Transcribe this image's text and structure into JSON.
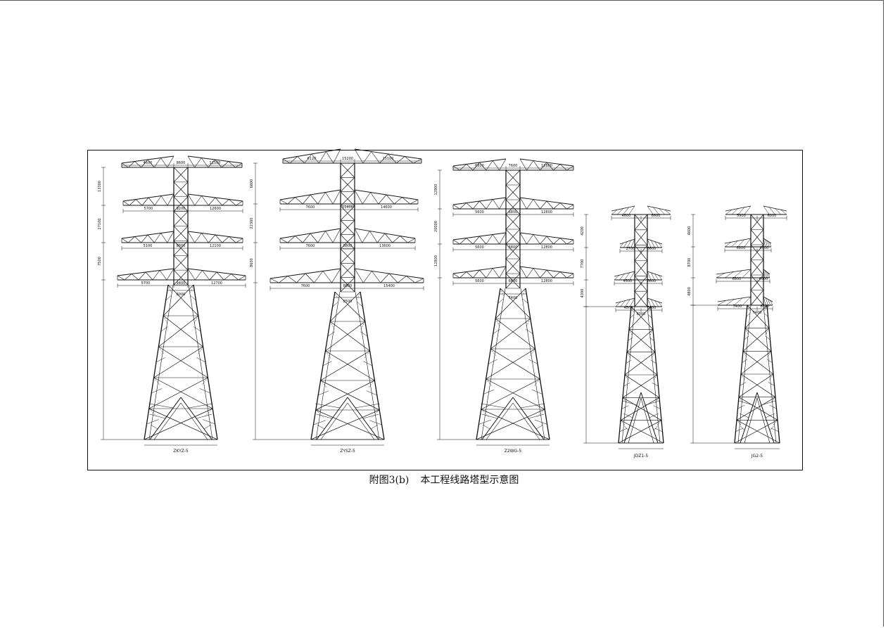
{
  "caption": {
    "figure_number": "附图3(b)",
    "title": "本工程线路塔型示意图"
  },
  "towers": [
    {
      "id": "t1",
      "model_label": "ZKYZ-5",
      "arm_top_dims": [
        "4600",
        "8600",
        "11500"
      ],
      "arm_dims": [
        [
          "5700",
          "9200",
          "12600"
        ],
        [
          "5100",
          "8800",
          "12100"
        ],
        [
          "5700",
          "9400",
          "12700"
        ]
      ],
      "waist_dim": "6000",
      "height_dims": [
        "13300",
        "27100",
        "7500"
      ]
    },
    {
      "id": "t2",
      "model_label": "ZYSZ-5",
      "arm_top_dims": [
        "6120",
        "15200",
        "15100"
      ],
      "arm_dims": [
        [
          "7600",
          "11400",
          "14600"
        ],
        [
          "7600",
          "8800",
          "13600"
        ],
        [
          "7600",
          "8800",
          "15400"
        ]
      ],
      "waist_dim": "8500",
      "height_dims": [
        "6600",
        "22300",
        "8600"
      ]
    },
    {
      "id": "t3",
      "model_label": "Z2WG-5",
      "arm_top_dims": [
        "6800",
        "7600",
        "12800"
      ],
      "arm_dims": [
        [
          "5600",
          "6800",
          "12800"
        ],
        [
          "5600",
          "6800",
          "12800"
        ],
        [
          "5600",
          "6800",
          "12800"
        ]
      ],
      "waist_dim": "7400",
      "height_dims": [
        "12800",
        "20000",
        "12800"
      ]
    },
    {
      "id": "t4",
      "model_label": "JDZ1-5",
      "arm_top_dims": [
        "4600",
        "6600"
      ],
      "arm_dims": [
        [
          "2700",
          "6600"
        ],
        [
          "4500",
          "6600"
        ],
        [
          "4500",
          "6600"
        ]
      ],
      "waist_dim": "8000",
      "height_dims": [
        "4200",
        "7700",
        "4300"
      ]
    },
    {
      "id": "t5",
      "model_label": "JG2-5",
      "arm_top_dims": [
        "5900",
        "6000"
      ],
      "arm_dims": [
        [
          "6800",
          "4000"
        ],
        [
          "6800",
          "4000"
        ],
        [
          "7400",
          "6500"
        ]
      ],
      "waist_dim": "7400",
      "height_dims": [
        "4600",
        "8700",
        "4800"
      ]
    }
  ],
  "colors": {
    "line": "#111111",
    "paper": "#ffffff"
  }
}
